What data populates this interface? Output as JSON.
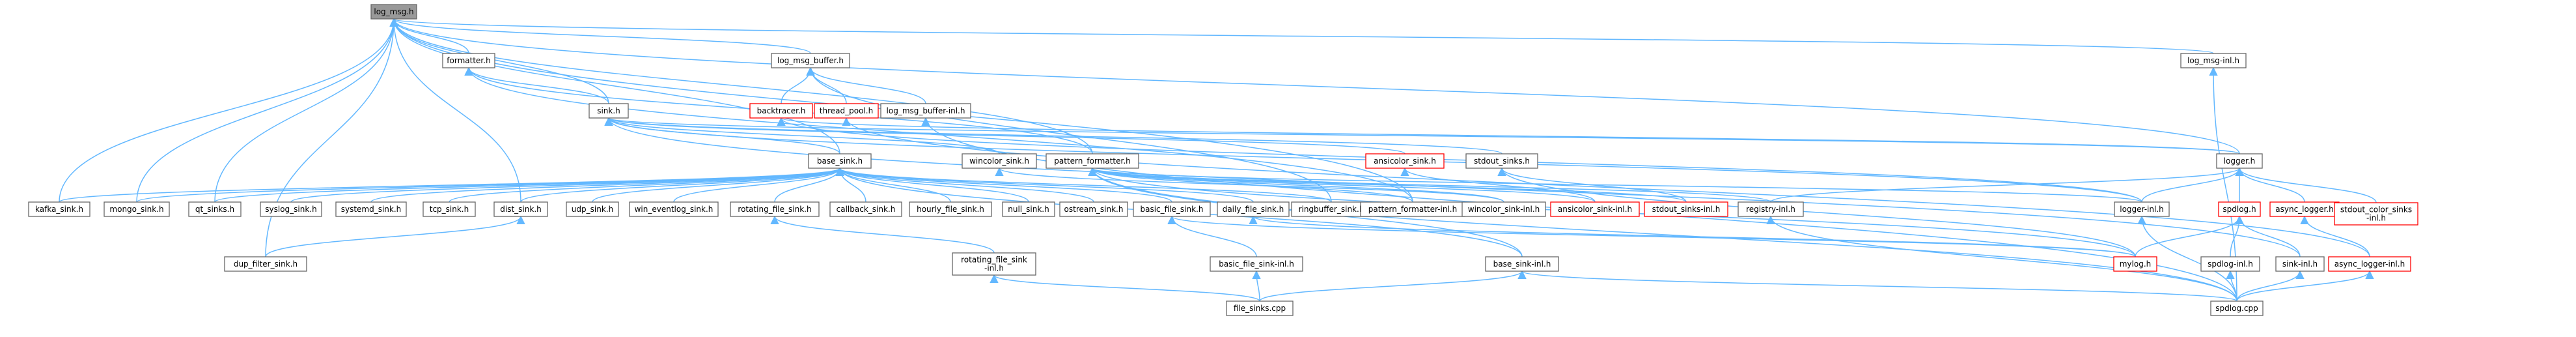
{
  "colors": {
    "edge": "#63b8ff",
    "normal_border": "#666666",
    "normal_fill": "#ffffff",
    "missing_border": "#ff0000",
    "missing_fill": "#ffffff",
    "root_fill": "#999999",
    "root_border": "#666666"
  },
  "nodes": [
    {
      "id": "log_msg_h",
      "label": "log_msg.h",
      "kind": "root"
    },
    {
      "id": "formatter_h",
      "label": "formatter.h",
      "kind": "normal"
    },
    {
      "id": "log_msg_buffer_h",
      "label": "log_msg_buffer.h",
      "kind": "normal"
    },
    {
      "id": "log_msg_inl_h",
      "label": "log_msg-inl.h",
      "kind": "normal"
    },
    {
      "id": "sink_h",
      "label": "sink.h",
      "kind": "normal"
    },
    {
      "id": "backtracer_h",
      "label": "backtracer.h",
      "kind": "missing"
    },
    {
      "id": "thread_pool_h",
      "label": "thread_pool.h",
      "kind": "missing"
    },
    {
      "id": "log_msg_buffer_inl_h",
      "label": "log_msg_buffer-inl.h",
      "kind": "normal"
    },
    {
      "id": "base_sink_h",
      "label": "base_sink.h",
      "kind": "normal"
    },
    {
      "id": "wincolor_sink_h",
      "label": "wincolor_sink.h",
      "kind": "normal"
    },
    {
      "id": "pattern_formatter_h",
      "label": "pattern_formatter.h",
      "kind": "normal"
    },
    {
      "id": "ansicolor_sink_h",
      "label": "ansicolor_sink.h",
      "kind": "missing"
    },
    {
      "id": "stdout_sinks_h",
      "label": "stdout_sinks.h",
      "kind": "normal"
    },
    {
      "id": "logger_h",
      "label": "logger.h",
      "kind": "normal"
    },
    {
      "id": "kafka_sink_h",
      "label": "kafka_sink.h",
      "kind": "normal"
    },
    {
      "id": "mongo_sink_h",
      "label": "mongo_sink.h",
      "kind": "normal"
    },
    {
      "id": "qt_sinks_h",
      "label": "qt_sinks.h",
      "kind": "normal"
    },
    {
      "id": "syslog_sink_h",
      "label": "syslog_sink.h",
      "kind": "normal"
    },
    {
      "id": "systemd_sink_h",
      "label": "systemd_sink.h",
      "kind": "normal"
    },
    {
      "id": "tcp_sink_h",
      "label": "tcp_sink.h",
      "kind": "normal"
    },
    {
      "id": "dist_sink_h",
      "label": "dist_sink.h",
      "kind": "normal"
    },
    {
      "id": "udp_sink_h",
      "label": "udp_sink.h",
      "kind": "normal"
    },
    {
      "id": "win_eventlog_sink_h",
      "label": "win_eventlog_sink.h",
      "kind": "normal"
    },
    {
      "id": "rotating_file_sink_h",
      "label": "rotating_file_sink.h",
      "kind": "normal"
    },
    {
      "id": "callback_sink_h",
      "label": "callback_sink.h",
      "kind": "normal"
    },
    {
      "id": "hourly_file_sink_h",
      "label": "hourly_file_sink.h",
      "kind": "normal"
    },
    {
      "id": "null_sink_h",
      "label": "null_sink.h",
      "kind": "normal"
    },
    {
      "id": "ostream_sink_h",
      "label": "ostream_sink.h",
      "kind": "normal"
    },
    {
      "id": "basic_file_sink_h",
      "label": "basic_file_sink.h",
      "kind": "normal"
    },
    {
      "id": "daily_file_sink_h",
      "label": "daily_file_sink.h",
      "kind": "normal"
    },
    {
      "id": "ringbuffer_sink_h",
      "label": "ringbuffer_sink.h",
      "kind": "normal"
    },
    {
      "id": "pattern_formatter_inl_h",
      "label": "pattern_formatter-inl.h",
      "kind": "normal"
    },
    {
      "id": "wincolor_sink_inl_h",
      "label": "wincolor_sink-inl.h",
      "kind": "normal"
    },
    {
      "id": "ansicolor_sink_inl_h",
      "label": "ansicolor_sink-inl.h",
      "kind": "missing"
    },
    {
      "id": "stdout_sinks_inl_h",
      "label": "stdout_sinks-inl.h",
      "kind": "missing"
    },
    {
      "id": "registry_inl_h",
      "label": "registry-inl.h",
      "kind": "normal"
    },
    {
      "id": "logger_inl_h",
      "label": "logger-inl.h",
      "kind": "normal"
    },
    {
      "id": "spdlog_h",
      "label": "spdlog.h",
      "kind": "missing"
    },
    {
      "id": "async_logger_h",
      "label": "async_logger.h",
      "kind": "missing"
    },
    {
      "id": "stdout_color_sinks_inl_h",
      "label": "stdout_color_sinks\n-inl.h",
      "kind": "missing"
    },
    {
      "id": "dup_filter_sink_h",
      "label": "dup_filter_sink.h",
      "kind": "normal"
    },
    {
      "id": "rotating_file_sink_inl_h",
      "label": "rotating_file_sink\n-inl.h",
      "kind": "normal"
    },
    {
      "id": "basic_file_sink_inl_h",
      "label": "basic_file_sink-inl.h",
      "kind": "normal"
    },
    {
      "id": "base_sink_inl_h",
      "label": "base_sink-inl.h",
      "kind": "normal"
    },
    {
      "id": "mylog_h",
      "label": "mylog.h",
      "kind": "missing"
    },
    {
      "id": "spdlog_inl_h",
      "label": "spdlog-inl.h",
      "kind": "normal"
    },
    {
      "id": "sink_inl_h",
      "label": "sink-inl.h",
      "kind": "normal"
    },
    {
      "id": "async_logger_inl_h",
      "label": "async_logger-inl.h",
      "kind": "missing"
    },
    {
      "id": "file_sinks_cpp",
      "label": "file_sinks.cpp",
      "kind": "normal"
    },
    {
      "id": "spdlog_cpp",
      "label": "spdlog.cpp",
      "kind": "normal"
    }
  ],
  "edges": [
    [
      "formatter_h",
      "log_msg_h"
    ],
    [
      "log_msg_buffer_h",
      "log_msg_h"
    ],
    [
      "log_msg_inl_h",
      "log_msg_h"
    ],
    [
      "sink_h",
      "log_msg_h"
    ],
    [
      "base_sink_h",
      "log_msg_h"
    ],
    [
      "pattern_formatter_h",
      "log_msg_h"
    ],
    [
      "logger_h",
      "log_msg_h"
    ],
    [
      "kafka_sink_h",
      "log_msg_h"
    ],
    [
      "mongo_sink_h",
      "log_msg_h"
    ],
    [
      "qt_sinks_h",
      "log_msg_h"
    ],
    [
      "dist_sink_h",
      "log_msg_h"
    ],
    [
      "pattern_formatter_inl_h",
      "log_msg_h"
    ],
    [
      "dup_filter_sink_h",
      "log_msg_h"
    ],
    [
      "sink_h",
      "formatter_h"
    ],
    [
      "pattern_formatter_h",
      "formatter_h"
    ],
    [
      "pattern_formatter_inl_h",
      "formatter_h"
    ],
    [
      "backtracer_h",
      "log_msg_buffer_h"
    ],
    [
      "thread_pool_h",
      "log_msg_buffer_h"
    ],
    [
      "log_msg_buffer_inl_h",
      "log_msg_buffer_h"
    ],
    [
      "ringbuffer_sink_h",
      "log_msg_buffer_h"
    ],
    [
      "spdlog_cpp",
      "log_msg_inl_h"
    ],
    [
      "base_sink_h",
      "sink_h"
    ],
    [
      "wincolor_sink_h",
      "sink_h"
    ],
    [
      "ansicolor_sink_h",
      "sink_h"
    ],
    [
      "stdout_sinks_h",
      "sink_h"
    ],
    [
      "logger_h",
      "sink_h"
    ],
    [
      "sink_inl_h",
      "sink_h"
    ],
    [
      "logger_inl_h",
      "sink_h"
    ],
    [
      "logger_h",
      "backtracer_h"
    ],
    [
      "logger_inl_h",
      "backtracer_h"
    ],
    [
      "async_logger_inl_h",
      "thread_pool_h"
    ],
    [
      "spdlog_cpp",
      "log_msg_buffer_inl_h"
    ],
    [
      "kafka_sink_h",
      "base_sink_h"
    ],
    [
      "mongo_sink_h",
      "base_sink_h"
    ],
    [
      "qt_sinks_h",
      "base_sink_h"
    ],
    [
      "syslog_sink_h",
      "base_sink_h"
    ],
    [
      "systemd_sink_h",
      "base_sink_h"
    ],
    [
      "tcp_sink_h",
      "base_sink_h"
    ],
    [
      "dist_sink_h",
      "base_sink_h"
    ],
    [
      "udp_sink_h",
      "base_sink_h"
    ],
    [
      "win_eventlog_sink_h",
      "base_sink_h"
    ],
    [
      "rotating_file_sink_h",
      "base_sink_h"
    ],
    [
      "callback_sink_h",
      "base_sink_h"
    ],
    [
      "hourly_file_sink_h",
      "base_sink_h"
    ],
    [
      "null_sink_h",
      "base_sink_h"
    ],
    [
      "ostream_sink_h",
      "base_sink_h"
    ],
    [
      "basic_file_sink_h",
      "base_sink_h"
    ],
    [
      "daily_file_sink_h",
      "base_sink_h"
    ],
    [
      "ringbuffer_sink_h",
      "base_sink_h"
    ],
    [
      "base_sink_inl_h",
      "base_sink_h"
    ],
    [
      "wincolor_sink_inl_h",
      "wincolor_sink_h"
    ],
    [
      "ansicolor_sink_inl_h",
      "ansicolor_sink_h"
    ],
    [
      "stdout_sinks_inl_h",
      "stdout_sinks_h"
    ],
    [
      "mylog_h",
      "stdout_sinks_h"
    ],
    [
      "pattern_formatter_inl_h",
      "pattern_formatter_h"
    ],
    [
      "wincolor_sink_inl_h",
      "pattern_formatter_h"
    ],
    [
      "ansicolor_sink_inl_h",
      "pattern_formatter_h"
    ],
    [
      "stdout_sinks_inl_h",
      "pattern_formatter_h"
    ],
    [
      "registry_inl_h",
      "pattern_formatter_h"
    ],
    [
      "logger_inl_h",
      "pattern_formatter_h"
    ],
    [
      "base_sink_inl_h",
      "pattern_formatter_h"
    ],
    [
      "mylog_h",
      "pattern_formatter_h"
    ],
    [
      "spdlog_cpp",
      "pattern_formatter_h"
    ],
    [
      "registry_inl_h",
      "logger_h"
    ],
    [
      "logger_inl_h",
      "logger_h"
    ],
    [
      "spdlog_h",
      "logger_h"
    ],
    [
      "async_logger_h",
      "logger_h"
    ],
    [
      "stdout_color_sinks_inl_h",
      "logger_h"
    ],
    [
      "dup_filter_sink_h",
      "dist_sink_h"
    ],
    [
      "rotating_file_sink_inl_h",
      "rotating_file_sink_h"
    ],
    [
      "basic_file_sink_inl_h",
      "basic_file_sink_h"
    ],
    [
      "mylog_h",
      "basic_file_sink_h"
    ],
    [
      "mylog_h",
      "daily_file_sink_h"
    ],
    [
      "mylog_h",
      "spdlog_h"
    ],
    [
      "spdlog_inl_h",
      "spdlog_h"
    ],
    [
      "sink_inl_h",
      "spdlog_h"
    ],
    [
      "async_logger_inl_h",
      "async_logger_h"
    ],
    [
      "file_sinks_cpp",
      "rotating_file_sink_inl_h"
    ],
    [
      "file_sinks_cpp",
      "basic_file_sink_inl_h"
    ],
    [
      "file_sinks_cpp",
      "base_sink_inl_h"
    ],
    [
      "spdlog_cpp",
      "base_sink_inl_h"
    ],
    [
      "spdlog_cpp",
      "spdlog_inl_h"
    ],
    [
      "spdlog_cpp",
      "sink_inl_h"
    ],
    [
      "spdlog_cpp",
      "logger_inl_h"
    ],
    [
      "spdlog_cpp",
      "registry_inl_h"
    ],
    [
      "spdlog_cpp",
      "async_logger_inl_h"
    ]
  ]
}
